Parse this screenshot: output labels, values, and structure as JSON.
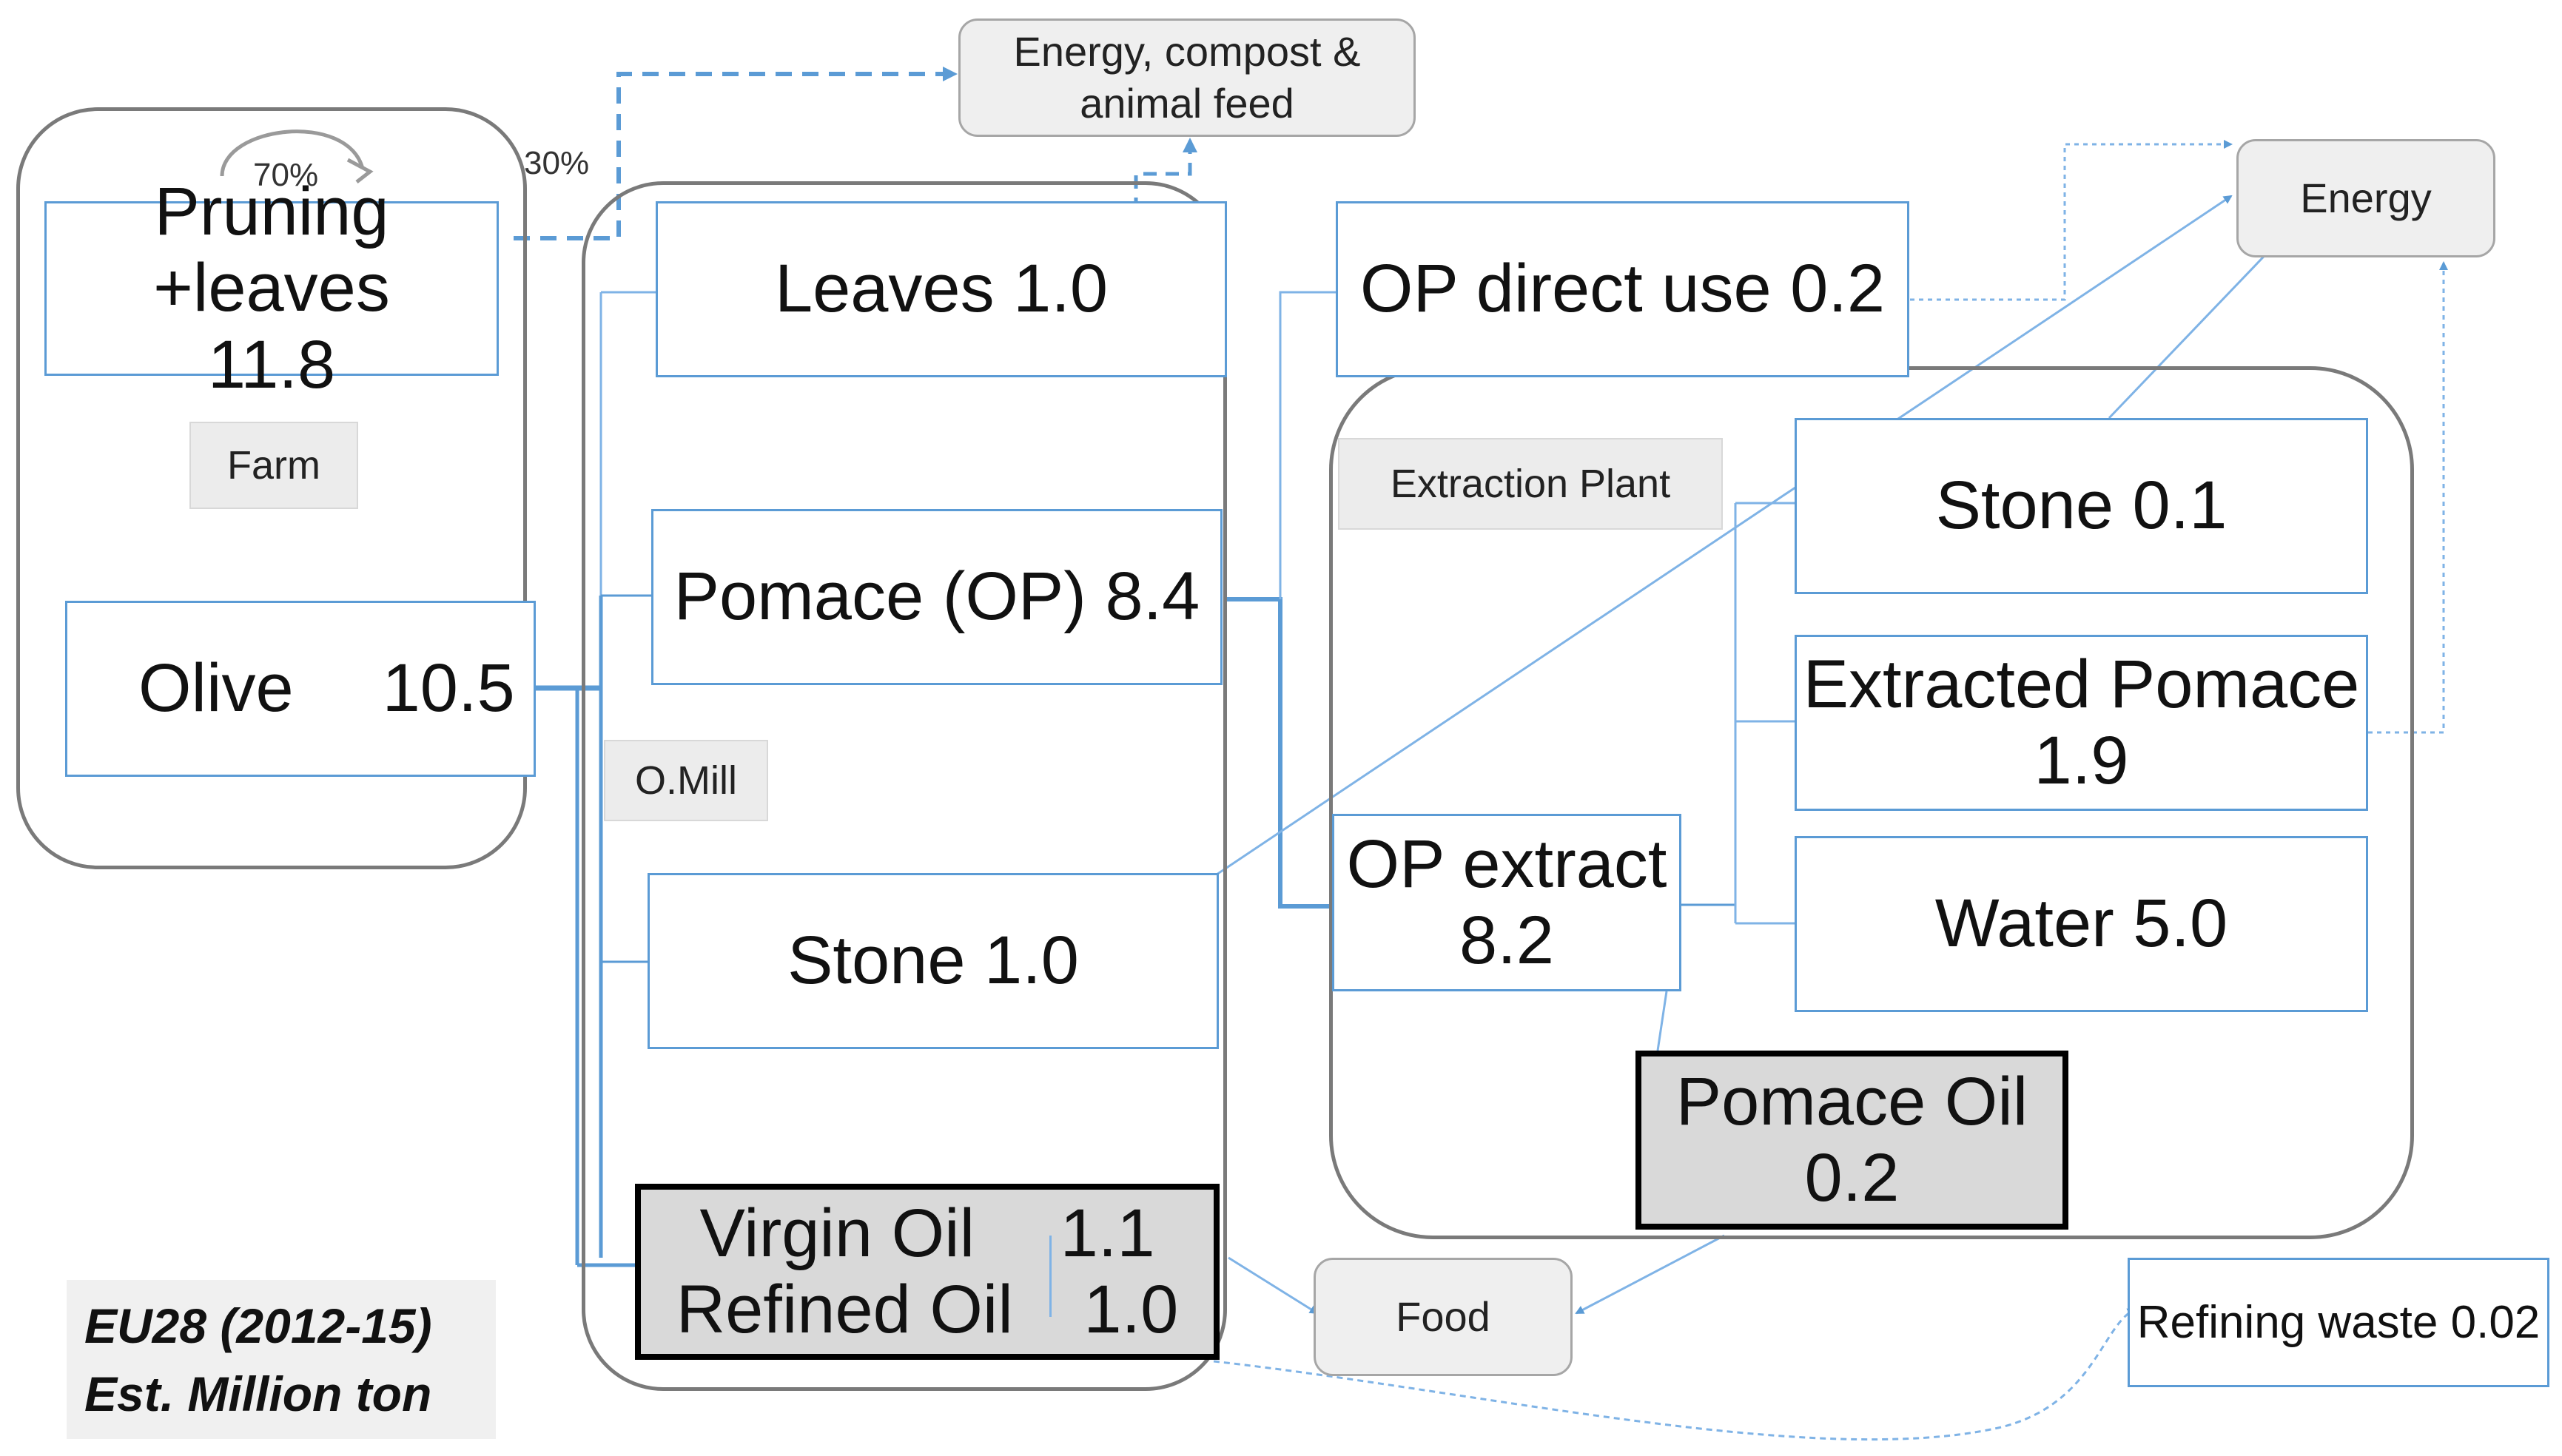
{
  "farm": {
    "tag": "Farm",
    "pruning": "Pruning +leaves\n11.8",
    "olive_label": "Olive",
    "olive_value": "10.5",
    "recycle_pct": "70%",
    "export_pct": "30%"
  },
  "mill": {
    "tag": "O.Mill",
    "leaves": "Leaves  1.0",
    "pomace": "Pomace (OP) 8.4",
    "stone": "Stone 1.0",
    "virgin_label": "Virgin Oil",
    "virgin_value": "1.1",
    "refined_label": "Refined Oil",
    "refined_value": "1.0"
  },
  "extraction": {
    "tag": "Extraction Plant",
    "op_direct": "OP direct use 0.2",
    "op_extract": "OP extract\n8.2",
    "stone": "Stone 0.1",
    "extracted_pomace": "Extracted Pomace\n1.9",
    "water": "Water 5.0",
    "pomace_oil": "Pomace Oil 0.2"
  },
  "outputs": {
    "energy_compost_feed": "Energy, compost &\nanimal feed",
    "energy": "Energy",
    "food": "Food",
    "refining_waste": "Refining waste 0.02"
  },
  "note": {
    "line1": "EU28 (2012-15)",
    "line2": "Est. Million ton"
  },
  "colors": {
    "flow_line": "#5b9bd5",
    "thin_line": "#7fb3e6",
    "container_border": "#7a7a7a",
    "oil_box_fill": "#d9d9d9"
  }
}
